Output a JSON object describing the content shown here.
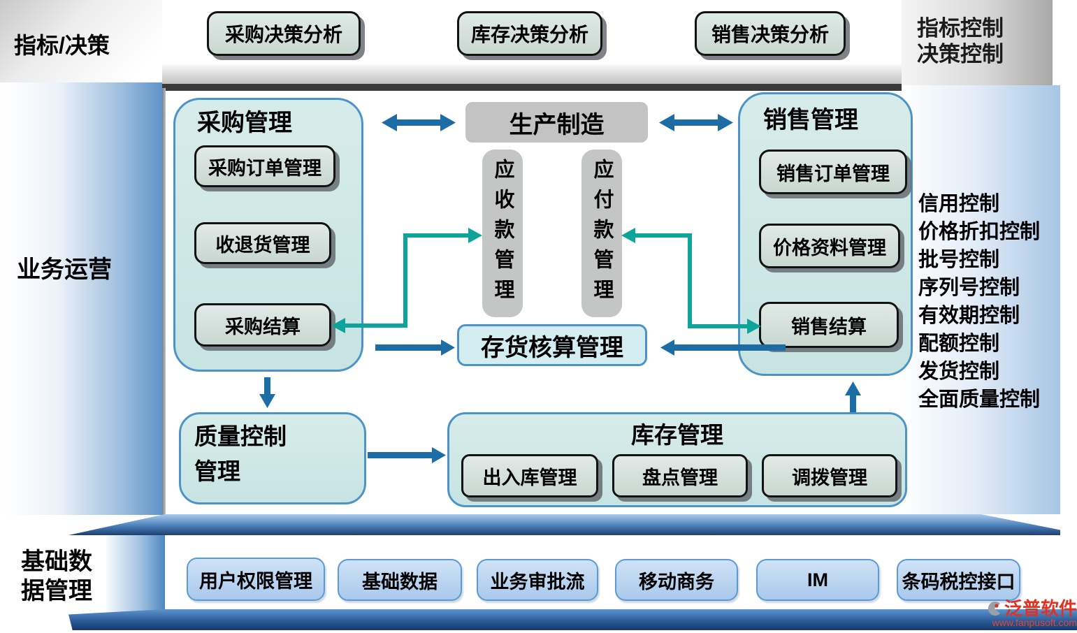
{
  "sidebar": {
    "indicators": "指标/决策",
    "business": "业务运营",
    "basic_line1": "基础数",
    "basic_line2": "据管理"
  },
  "top": {
    "decision_buttons": [
      "采购决策分析",
      "库存决策分析",
      "销售决策分析"
    ],
    "control_panel": [
      "指标控制",
      "决策控制"
    ]
  },
  "diagram": {
    "purchase": {
      "title": "采购管理",
      "items": [
        "采购订单管理",
        "收退货管理",
        "采购结算"
      ]
    },
    "production": {
      "title": "生产制造"
    },
    "receivable": {
      "title": "应收款管理"
    },
    "payable": {
      "title": "应付款管理"
    },
    "sales": {
      "title": "销售管理",
      "items": [
        "销售订单管理",
        "价格资料管理",
        "销售结算"
      ]
    },
    "inventory_accounting": {
      "title": "存货核算管理"
    },
    "quality": {
      "line1": "质量控制",
      "line2": "管理"
    },
    "warehouse": {
      "title": "库存管理",
      "items": [
        "出入库管理",
        "盘点管理",
        "调拨管理"
      ]
    },
    "right_controls": [
      "信用控制",
      "价格折扣控制",
      "批号控制",
      "序列号控制",
      "有效期控制",
      "配额控制",
      "发货控制",
      "全面质量控制"
    ]
  },
  "bottom": {
    "buttons": [
      "用户权限管理",
      "基础数据",
      "业务审批流",
      "移动商务",
      "IM",
      "条码税控接口"
    ]
  },
  "watermark": {
    "brand": "泛普软件",
    "url": "www.fanpusoft.com"
  },
  "colors": {
    "blue_arrow": "#1c6ca6",
    "teal_arrow": "#0fa49b",
    "container_fill": "#cde9e7",
    "container_border": "#4e93c6",
    "gray_box": "#c3c3c3",
    "sub_button_fill": "#d3dfda",
    "bottom_button_fill": "#bcd6f2"
  }
}
